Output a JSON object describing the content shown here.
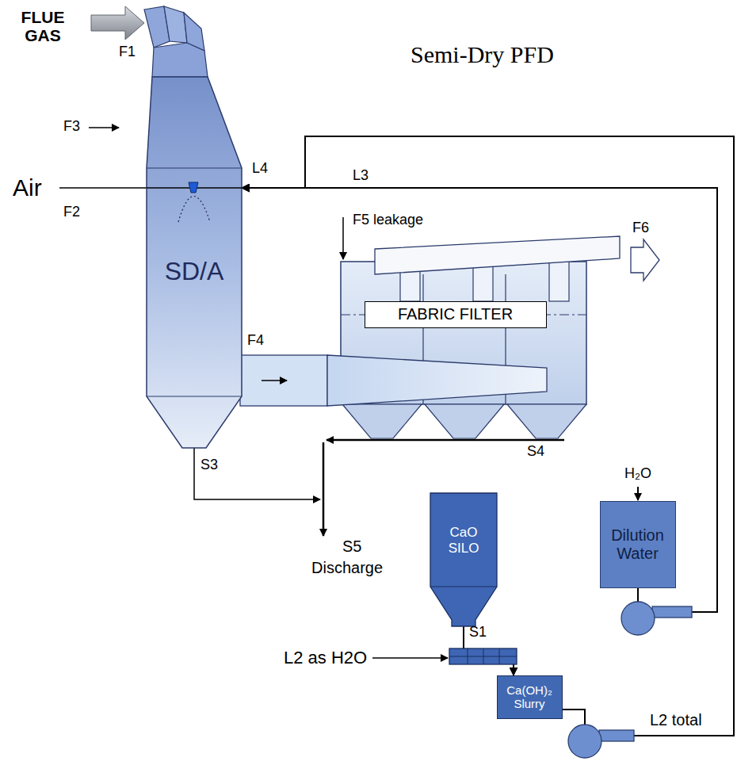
{
  "diagram": {
    "title": "Semi-Dry PFD",
    "nodes": [
      {
        "text": [
          "SD/A"
        ]
      },
      {
        "text": [
          "FABRIC FILTER"
        ]
      },
      {
        "text": [
          "CaO SILO"
        ]
      },
      {
        "text": [
          "Dilution Water"
        ]
      },
      {
        "text": [
          "Ca(OH)₂ Slurry"
        ]
      }
    ],
    "edges": [
      {
        "from": 2,
        "to": 4,
        "arrow": "to"
      },
      {
        "from": 3,
        "to": 0,
        "arrow": "to"
      },
      {
        "from": 4,
        "to": 0,
        "arrow": "to"
      }
    ],
    "labels": [
      "FLUE GAS",
      "F1",
      "F3",
      "Air",
      "F2",
      "L4",
      "L3",
      "F5 leakage",
      "F6",
      "F4",
      "H₂O",
      "S4",
      "S3",
      "S5",
      "Discharge",
      "S1",
      "L2 as H2O",
      "L2 total"
    ]
  }
}
